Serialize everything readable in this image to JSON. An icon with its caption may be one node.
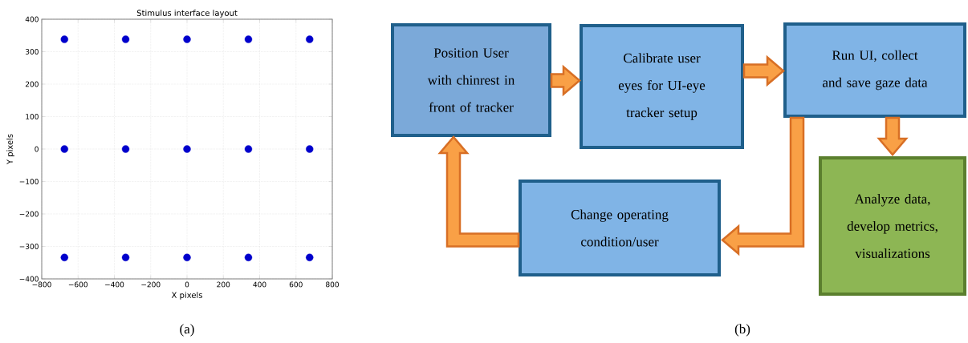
{
  "diagram": {
    "nodes": [
      {
        "text": [
          "Position User with chinrest in front of tracker"
        ]
      },
      {
        "text": [
          "Calibrate user eyes for UI-eye tracker setup"
        ]
      },
      {
        "text": [
          "Run UI, collect and save gaze data"
        ]
      },
      {
        "text": [
          "Change operating condition/user"
        ]
      },
      {
        "text": [
          "Analyze data, develop metrics, visualizations"
        ]
      }
    ],
    "edges": [
      {
        "from": 0,
        "to": 1,
        "arrow": "to"
      },
      {
        "from": 1,
        "to": 2,
        "arrow": "to"
      },
      {
        "from": 2,
        "to": 4,
        "arrow": "to"
      },
      {
        "from": 2,
        "to": 3,
        "arrow": "to"
      },
      {
        "from": 3,
        "to": 0,
        "arrow": "to"
      }
    ],
    "labels": [
      "(a)",
      "(b)"
    ],
    "chart_data": {
      "type": "scatter",
      "title": "Stimulus interface layout",
      "xlabel": "X pixels",
      "ylabel": "Y pixels",
      "x": [
        -675,
        -338,
        0,
        338,
        675,
        -675,
        -338,
        0,
        338,
        675,
        -675,
        -338,
        0,
        338,
        675
      ],
      "series": [
        {
          "color": "#0000cc",
          "values": [
            338,
            338,
            338,
            338,
            338,
            0,
            0,
            0,
            0,
            0,
            -334,
            -334,
            -334,
            -334,
            -334
          ]
        }
      ],
      "xlim": [
        -800,
        800
      ],
      "ylim": [
        -400,
        400
      ],
      "xticks": [
        -800,
        -600,
        -400,
        -200,
        0,
        200,
        400,
        600,
        800
      ],
      "yticks": [
        -400,
        -300,
        -200,
        -100,
        0,
        100,
        200,
        300,
        400
      ],
      "grid": true
    }
  }
}
